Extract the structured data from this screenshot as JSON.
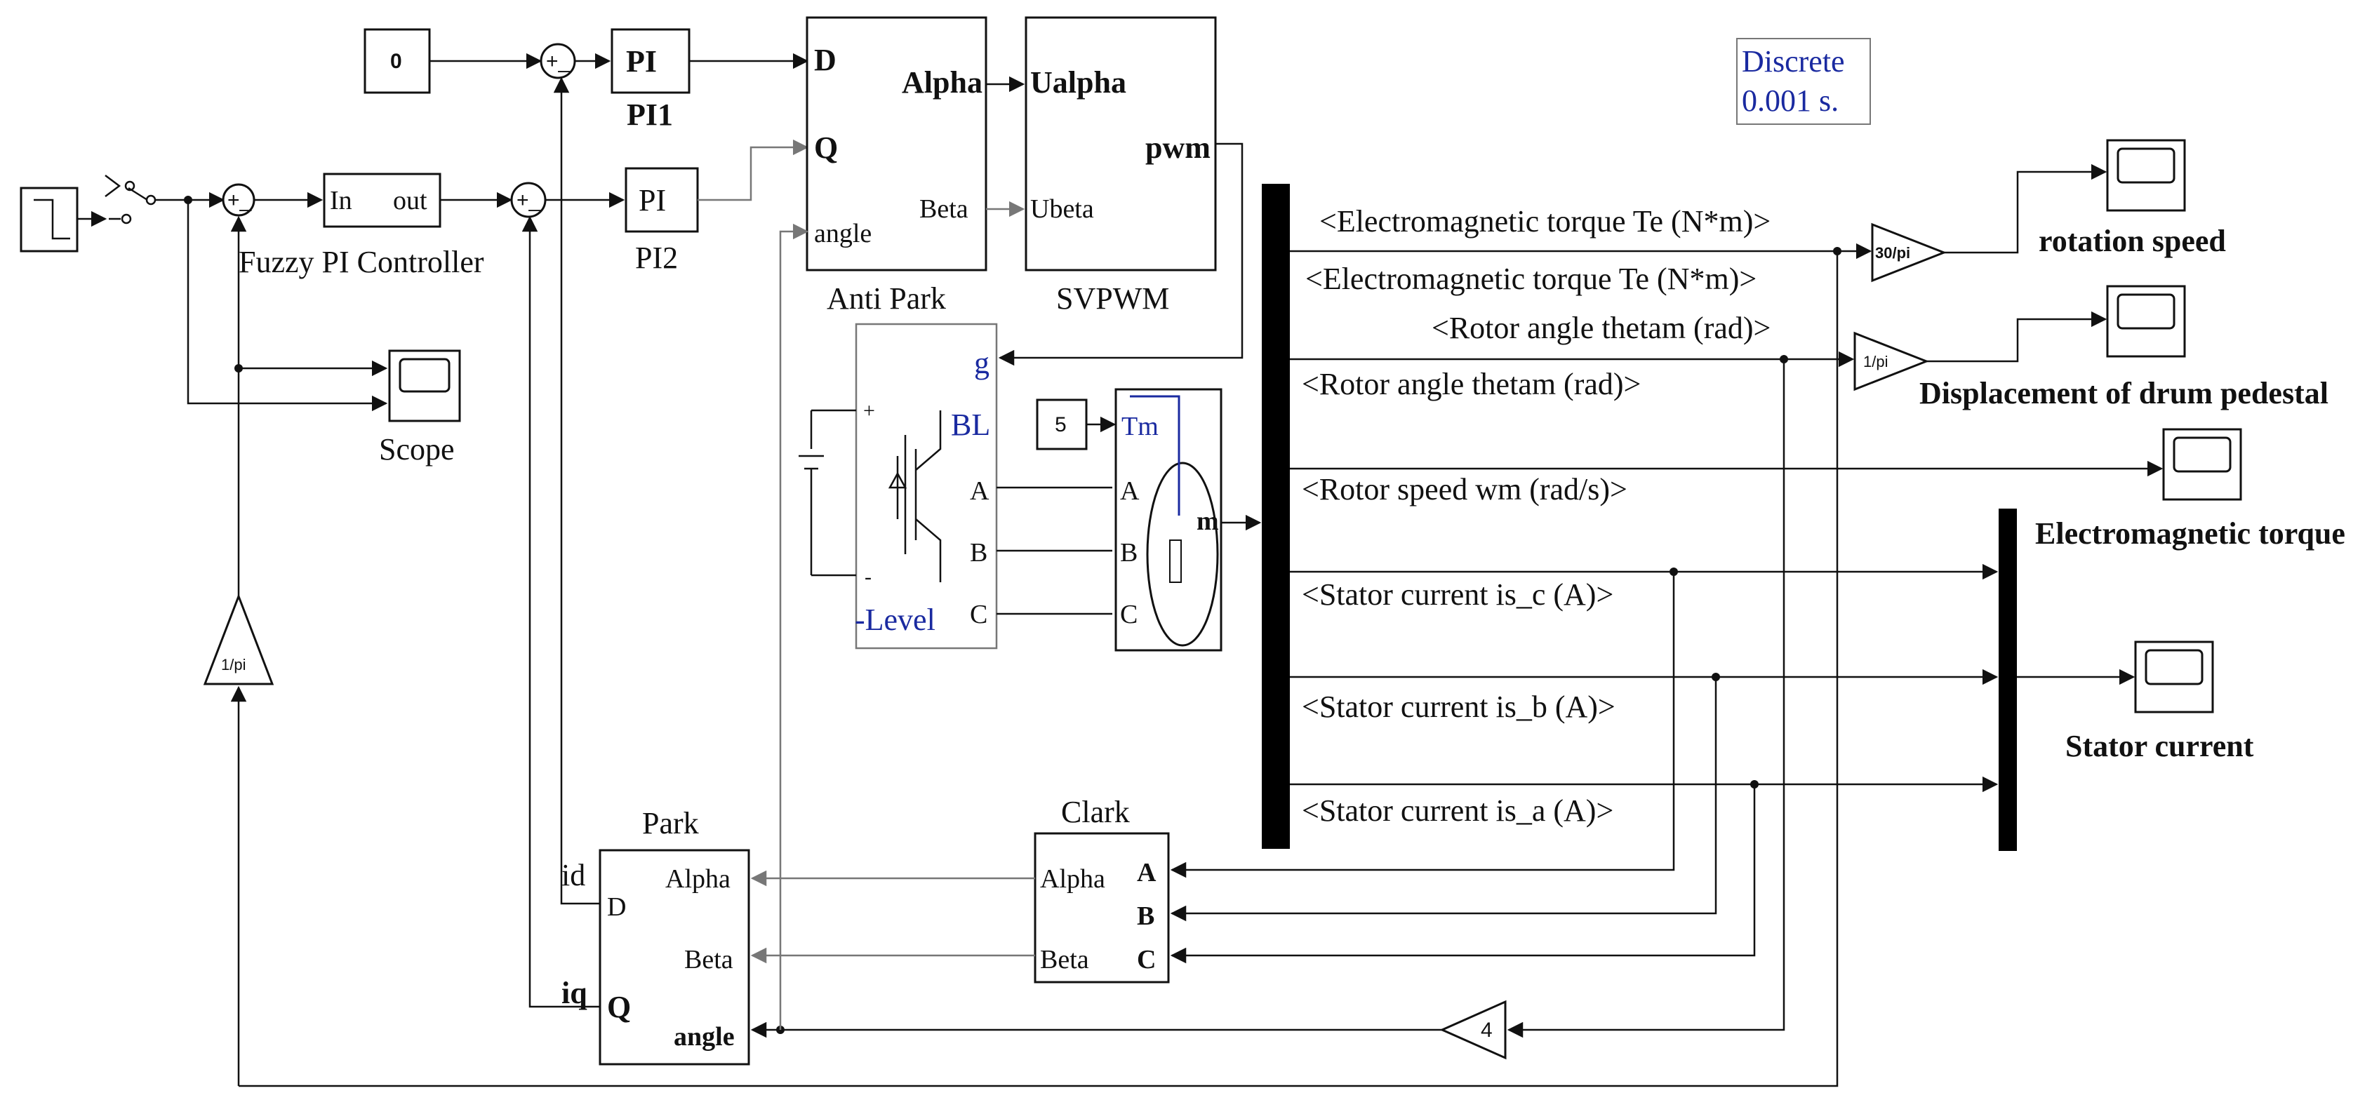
{
  "solver": {
    "line1": "Discrete",
    "line2": "0.001 s."
  },
  "blocks": {
    "const_zero": "0",
    "sum1_sign": "+_",
    "sum2_sign": "+_",
    "sum3_sign": "+_",
    "pi1": {
      "text": "PI",
      "caption": "PI1"
    },
    "pi2": {
      "text": "PI",
      "caption": "PI2"
    },
    "fuzzy": {
      "in": "In",
      "out": "out",
      "caption": "Fuzzy PI Controller"
    },
    "scope_left": {
      "caption": "Scope"
    },
    "gain_left": "1/pi",
    "anti_park": {
      "d": "D",
      "q": "Q",
      "angle": "angle",
      "alpha": "Alpha",
      "beta": "Beta",
      "caption": "Anti Park"
    },
    "svpwm": {
      "ualpha": "Ualpha",
      "ubeta": "Ubeta",
      "pwm": "pwm",
      "caption": "SVPWM"
    },
    "inverter": {
      "g": "g",
      "bl": "BL",
      "a": "A",
      "b": "B",
      "c": "C",
      "caption": "-Level"
    },
    "const_five": "5",
    "motor": {
      "tm": "Tm",
      "a": "A",
      "b": "B",
      "c": "C",
      "m": "m"
    },
    "park": {
      "caption": "Park",
      "id": "id",
      "iq": "iq",
      "d": "D",
      "q": "Q",
      "alpha": "Alpha",
      "beta": "Beta",
      "angle": "angle"
    },
    "clark": {
      "caption": "Clark",
      "alpha": "Alpha",
      "beta": "Beta",
      "a": "A",
      "b": "B",
      "c": "C"
    },
    "gain_4": "4",
    "gain_30pi": "30/pi",
    "gain_1pi_right": "1/pi"
  },
  "bus_signals": [
    "<Electromagnetic torque Te (N*m)>",
    "<Electromagnetic torque Te (N*m)>",
    "<Rotor angle thetam (rad)>",
    "<Rotor angle thetam (rad)>",
    "<Rotor speed wm (rad/s)>",
    "<Stator current is_c (A)>",
    "<Stator current is_b (A)>",
    "<Stator current is_a (A)>"
  ],
  "outputs": {
    "rotation_speed": "rotation speed",
    "displacement": "Displacement of drum pedestal",
    "em_torque": "Electromagnetic torque",
    "stator_current": "Stator current"
  }
}
